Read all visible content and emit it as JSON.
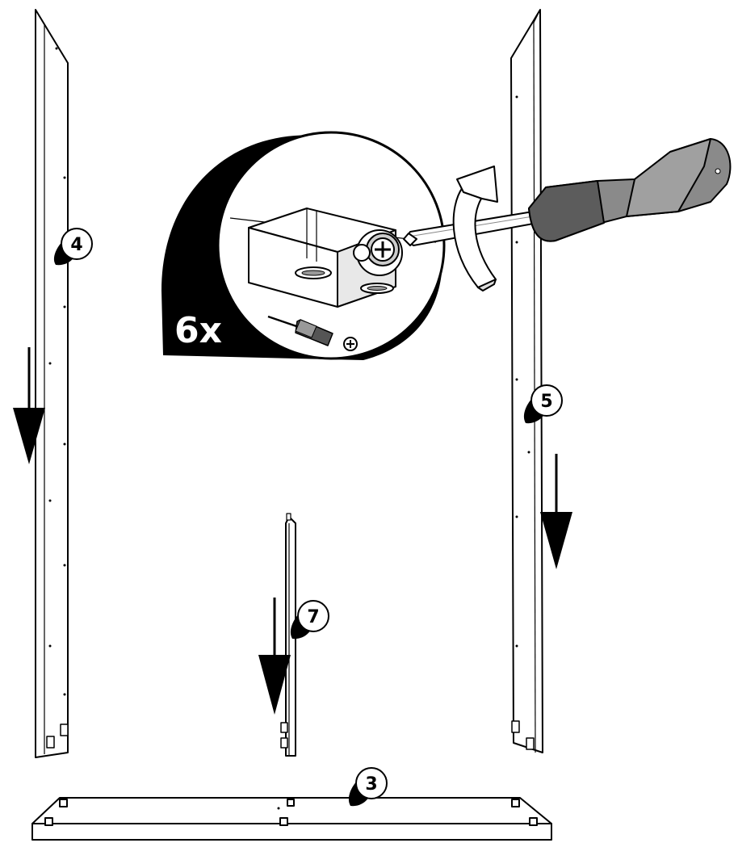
{
  "step": {
    "quantity_label": "6x",
    "parts": [
      {
        "id": "panel-4",
        "label": "4"
      },
      {
        "id": "panel-5",
        "label": "5"
      },
      {
        "id": "panel-7",
        "label": "7"
      },
      {
        "id": "panel-3",
        "label": "3"
      }
    ]
  },
  "icons": [
    "down-arrow-icon",
    "rotate-clockwise-icon",
    "screwdriver-icon",
    "phillips-head-icon",
    "cam-lock-icon"
  ],
  "colors": {
    "ink": "#000000",
    "paper": "#ffffff",
    "handle": "#8a8a8a",
    "handle_dark": "#5c5c5c",
    "detail_bg": "#000000"
  }
}
